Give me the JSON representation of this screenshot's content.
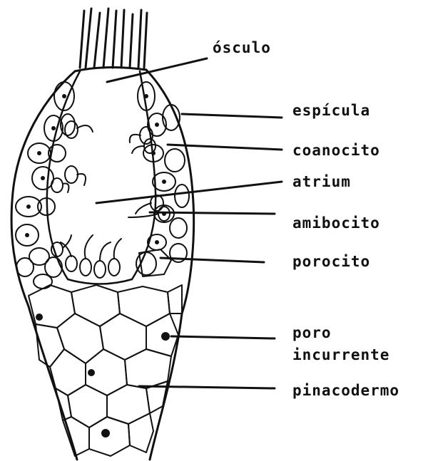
{
  "diagram": {
    "labels": {
      "osculo": "ósculo",
      "espicula": "espícula",
      "coanocito": "coanocito",
      "atrium": "atrium",
      "amibocito": "amibocito",
      "porocito": "porocito",
      "poro_line1": "poro",
      "poro_line2": "incurrente",
      "pinacodermo": "pinacodermo"
    },
    "ink_color": "#111111",
    "background_color": "#ffffff"
  }
}
